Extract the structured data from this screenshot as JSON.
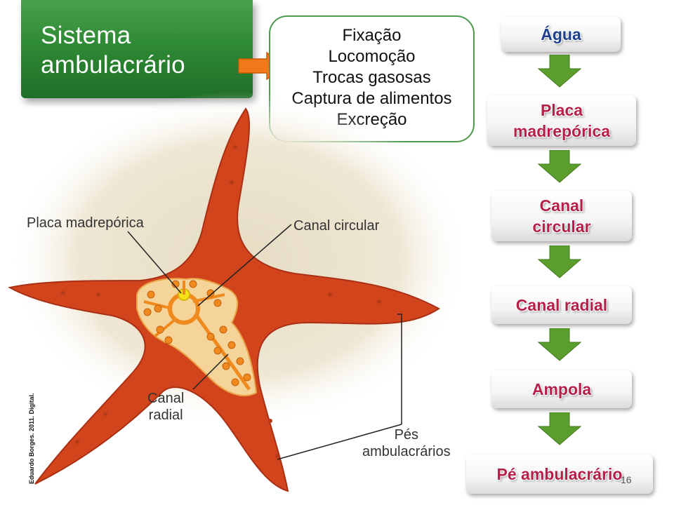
{
  "title": {
    "line1": "Sistema",
    "line2": "ambulacrário"
  },
  "functions": [
    "Fixação",
    "Locomoção",
    "Trocas gasosas",
    "Captura de alimentos",
    "Excreção"
  ],
  "flow": {
    "water": {
      "line1": "Água"
    },
    "madreporic": {
      "line1": "Placa",
      "line2": "madrepórica"
    },
    "circular": {
      "line1": "Canal",
      "line2": "circular"
    },
    "radial": {
      "line1": "Canal radial"
    },
    "ampulla": {
      "line1": "Ampola"
    },
    "tube_foot": {
      "line1": "Pé ambulacrário"
    }
  },
  "labels": {
    "madreporic": "Placa madrepórica",
    "circular": "Canal circular",
    "radial_1": "Canal",
    "radial_2": "radial",
    "feet_1": "Pés",
    "feet_2": "ambulacrários"
  },
  "credit": "Eduardo Borges. 2011. Digital.",
  "page_number": "16",
  "colors": {
    "title_green": "#2f8a35",
    "arrow_orange": "#f07a1a",
    "flow_arrow_green": "#5c9e2e",
    "flow_text": "#b51f48",
    "water_text": "#1d3f8c",
    "starfish": "#d2441c",
    "canal": "#f08a1e"
  }
}
